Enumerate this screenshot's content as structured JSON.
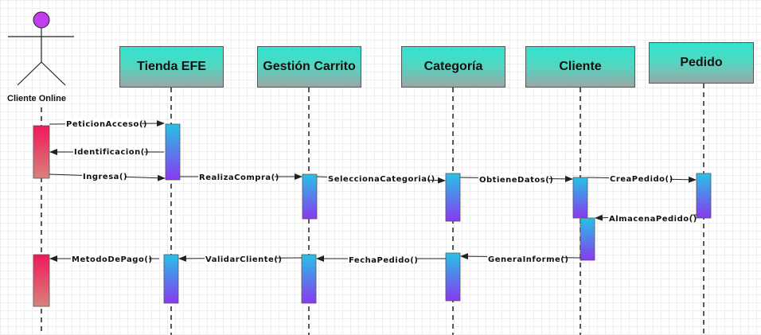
{
  "actor": {
    "label": "Cliente Online",
    "head_color": "#c23cf0"
  },
  "lifelines": [
    {
      "id": "tienda",
      "label": "Tienda EFE"
    },
    {
      "id": "carrito",
      "label": "Gestión Carrito"
    },
    {
      "id": "categoria",
      "label": "Categoría"
    },
    {
      "id": "cliente",
      "label": "Cliente"
    },
    {
      "id": "pedido",
      "label": "Pedido"
    }
  ],
  "messages": [
    {
      "label": "PeticionAcceso()",
      "from": "actor",
      "to": "tienda"
    },
    {
      "label": "Identificacion()",
      "from": "tienda",
      "to": "actor"
    },
    {
      "label": "Ingresa()",
      "from": "actor",
      "to": "tienda"
    },
    {
      "label": "RealizaCompra()",
      "from": "tienda",
      "to": "carrito"
    },
    {
      "label": "SeleccionaCategoria()",
      "from": "carrito",
      "to": "categoria"
    },
    {
      "label": "ObtieneDatos()",
      "from": "categoria",
      "to": "cliente"
    },
    {
      "label": "CreaPedido()",
      "from": "cliente",
      "to": "pedido"
    },
    {
      "label": "AlmacenaPedido()",
      "from": "pedido",
      "to": "cliente"
    },
    {
      "label": "GeneraInforme()",
      "from": "cliente",
      "to": "categoria"
    },
    {
      "label": "FechaPedido()",
      "from": "categoria",
      "to": "carrito"
    },
    {
      "label": "ValidarCliente()",
      "from": "carrito",
      "to": "tienda"
    },
    {
      "label": "MetodoDePago()",
      "from": "tienda",
      "to": "actor"
    }
  ],
  "colors": {
    "actor_activation_top": "#f0185a",
    "actor_activation_bottom": "#d7837b",
    "activation_top": "#26c2e6",
    "activation_bottom": "#8a38f0",
    "header_top": "#31e3cf",
    "header_bottom": "#9aa8a6"
  }
}
